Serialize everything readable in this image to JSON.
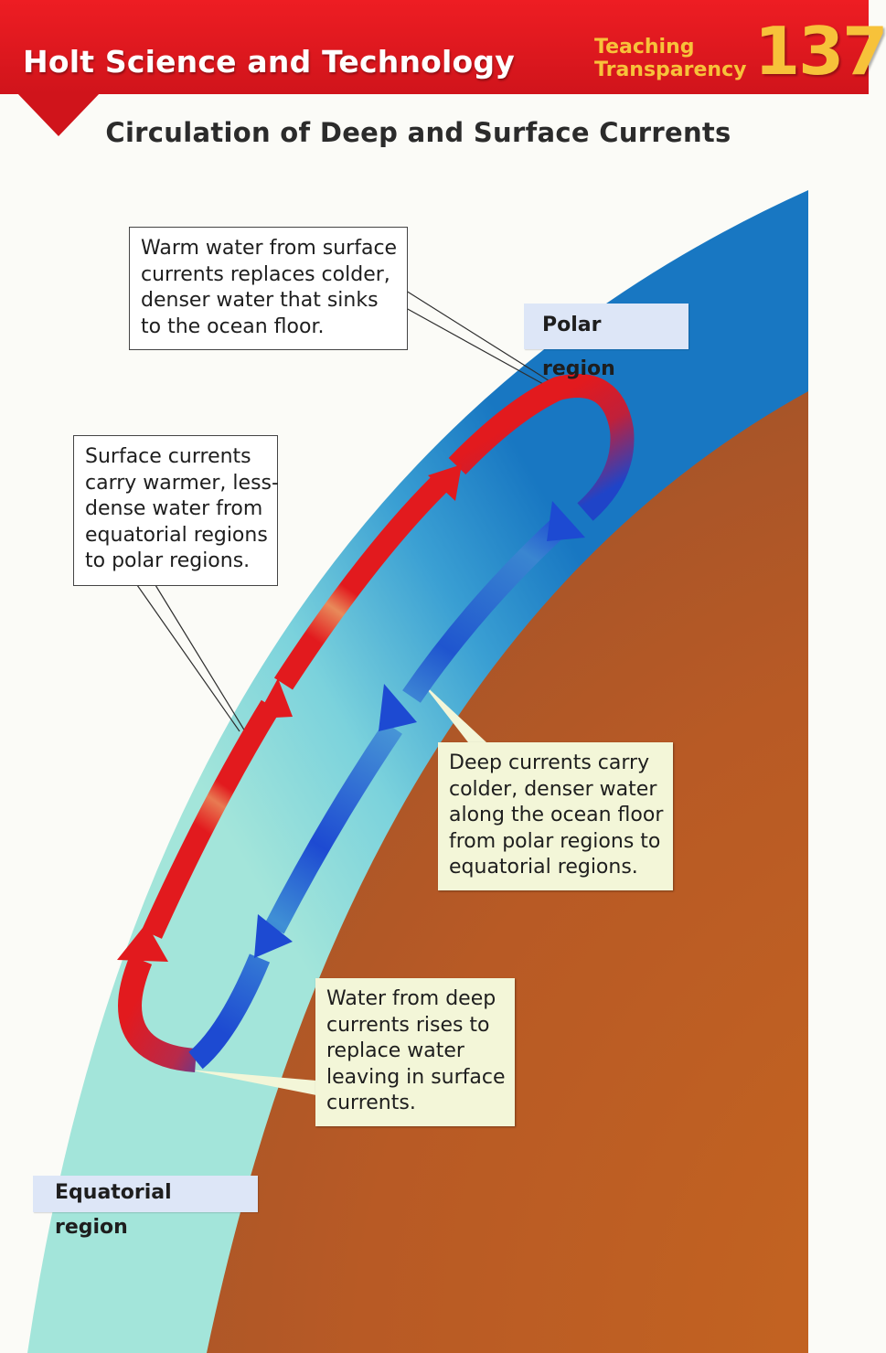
{
  "header": {
    "brand": "Holt Science and Technology",
    "transparency_line1": "Teaching",
    "transparency_line2": "Transparency",
    "number": "137"
  },
  "title": "Circulation of Deep and Surface Currents",
  "regions": {
    "polar": "Polar region",
    "equatorial": "Equatorial region"
  },
  "callouts": {
    "warm_replaces": [
      "Warm water from surface",
      "currents replaces colder,",
      "denser water that sinks",
      "to the ocean floor."
    ],
    "surface_currents": [
      "Surface currents",
      "carry warmer, less-",
      "dense water from",
      "equatorial regions",
      "to polar regions."
    ],
    "deep_currents": [
      "Deep currents carry",
      "colder, denser water",
      "along the ocean floor",
      "from polar regions to",
      "equatorial regions."
    ],
    "rises": [
      "Water from deep",
      "currents rises to",
      "replace water",
      "leaving in surface",
      "currents."
    ]
  },
  "colors": {
    "banner_red": "#e01b22",
    "banner_gold": "#f7c23a",
    "ocean_shallow": "#9ee3d8",
    "ocean_deep": "#1f87c9",
    "earth": "#b45a25",
    "warm_current": "#e0161c",
    "cold_current": "#1a4fd0",
    "callout_cream": "#f3f6d8",
    "region_label": "#dde6f7"
  },
  "icons": {
    "surface_arrows": "up-arrow",
    "deep_arrows": "down-arrow"
  }
}
